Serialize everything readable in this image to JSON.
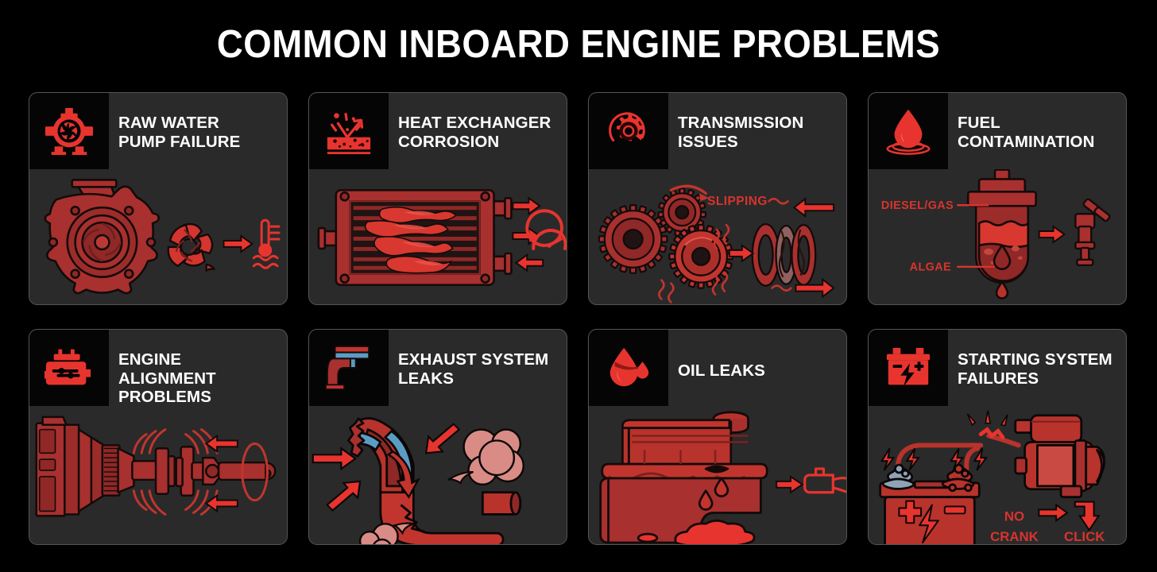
{
  "header": {
    "title": "COMMON INBOARD ENGINE PROBLEMS"
  },
  "theme": {
    "background": "#000000",
    "card_background": "#2a2a2a",
    "card_border": "#555555",
    "badge_background": "#050505",
    "icon_red": "#e8342e",
    "illustration_red": "#a8302e",
    "illustration_red_light": "#c94a42",
    "label_red": "#d8342e",
    "title_color": "#ffffff"
  },
  "cards": [
    {
      "id": "raw-water-pump-failure",
      "title": "RAW WATER\nPUMP FAILURE",
      "title_line1": "RAW WATER",
      "title_line2": "PUMP FAILURE",
      "icon": "water-pump-icon",
      "illustration": "pump-housing-broken-impeller-thermometer",
      "labels": []
    },
    {
      "id": "heat-exchanger-corrosion",
      "title": "HEAT EXCHANGER\nCORROSION",
      "title_line1": "HEAT EXCHANGER",
      "title_line2": "CORROSION",
      "icon": "corroded-surface-icon",
      "illustration": "heat-exchanger-core-with-corrosion-plumes-and-gauge",
      "labels": []
    },
    {
      "id": "transmission-issues",
      "title": "TRANSMISSION\nISSUES",
      "title_line1": "TRANSMISSION",
      "title_line2": "ISSUES",
      "icon": "rotating-gear-icon",
      "illustration": "three-gears-with-slipping-clutch-plates",
      "labels": [
        "SLIPPING"
      ]
    },
    {
      "id": "fuel-contamination",
      "title": "FUEL\nCONTAMINATION",
      "title_line1": "FUEL",
      "title_line2": "CONTAMINATION",
      "icon": "fuel-droplet-icon",
      "illustration": "fuel-filter-bowl-with-algae-and-injector",
      "labels": [
        "DIESEL/GAS",
        "ALGAE"
      ]
    },
    {
      "id": "engine-alignment-problems",
      "title": "ENGINE ALIGNMENT\nPROBLEMS",
      "title_line1": "ENGINE ALIGNMENT",
      "title_line2": "PROBLEMS",
      "icon": "engine-block-icon",
      "illustration": "bellhousing-coupling-driveshaft-vibration",
      "labels": []
    },
    {
      "id": "exhaust-system-leaks",
      "title": "EXHAUST SYSTEM\nLEAKS",
      "title_line1": "EXHAUST SYSTEM",
      "title_line2": "LEAKS",
      "icon": "exhaust-elbow-icon",
      "illustration": "cracked-exhaust-elbow-with-smoke",
      "labels": []
    },
    {
      "id": "oil-leaks",
      "title": "OIL LEAKS",
      "title_line1": "OIL LEAKS",
      "title_line2": "",
      "icon": "oil-droplet-icon",
      "illustration": "engine-block-dripping-oil-with-puddle-and-oil-can",
      "labels": []
    },
    {
      "id": "starting-system-failures",
      "title": "STARTING SYSTEM\nFAILURES",
      "title_line1": "STARTING SYSTEM",
      "title_line2": "FAILURES",
      "icon": "battery-icon",
      "illustration": "battery-corroded-terminals-starter-motor",
      "labels": [
        "NO",
        "CRANK",
        "CLICK"
      ]
    }
  ],
  "annotations": {
    "slipping": "SLIPPING",
    "diesel_gas": "DIESEL/GAS",
    "algae": "ALGAE",
    "no": "NO",
    "crank": "CRANK",
    "click": "CLICK"
  }
}
